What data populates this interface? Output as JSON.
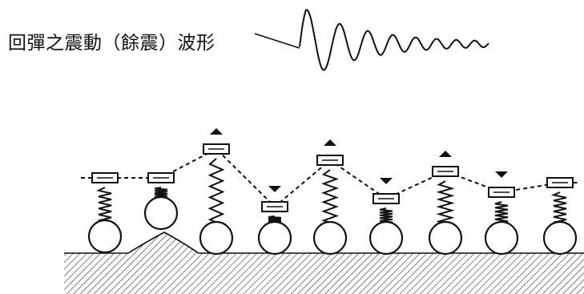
{
  "diagram": {
    "caption": "回彈之震動（餘震）波形",
    "colors": {
      "ink": "#111111",
      "ground_hatch": "#333333",
      "background": "#ffffff"
    },
    "icons": {
      "up_arrow": "arrow-up-icon",
      "down_arrow": "arrow-down-icon",
      "ground_bump": "ground-bump-icon",
      "wave": "aftershock-waveform-icon"
    },
    "units": [
      {
        "id": "unit-1",
        "motion": "none"
      },
      {
        "id": "unit-2",
        "motion": "none"
      },
      {
        "id": "unit-3",
        "motion": "up"
      },
      {
        "id": "unit-4",
        "motion": "down"
      },
      {
        "id": "unit-5",
        "motion": "up"
      },
      {
        "id": "unit-6",
        "motion": "down"
      },
      {
        "id": "unit-7",
        "motion": "up"
      },
      {
        "id": "unit-8",
        "motion": "down"
      },
      {
        "id": "unit-9",
        "motion": "none"
      }
    ]
  }
}
